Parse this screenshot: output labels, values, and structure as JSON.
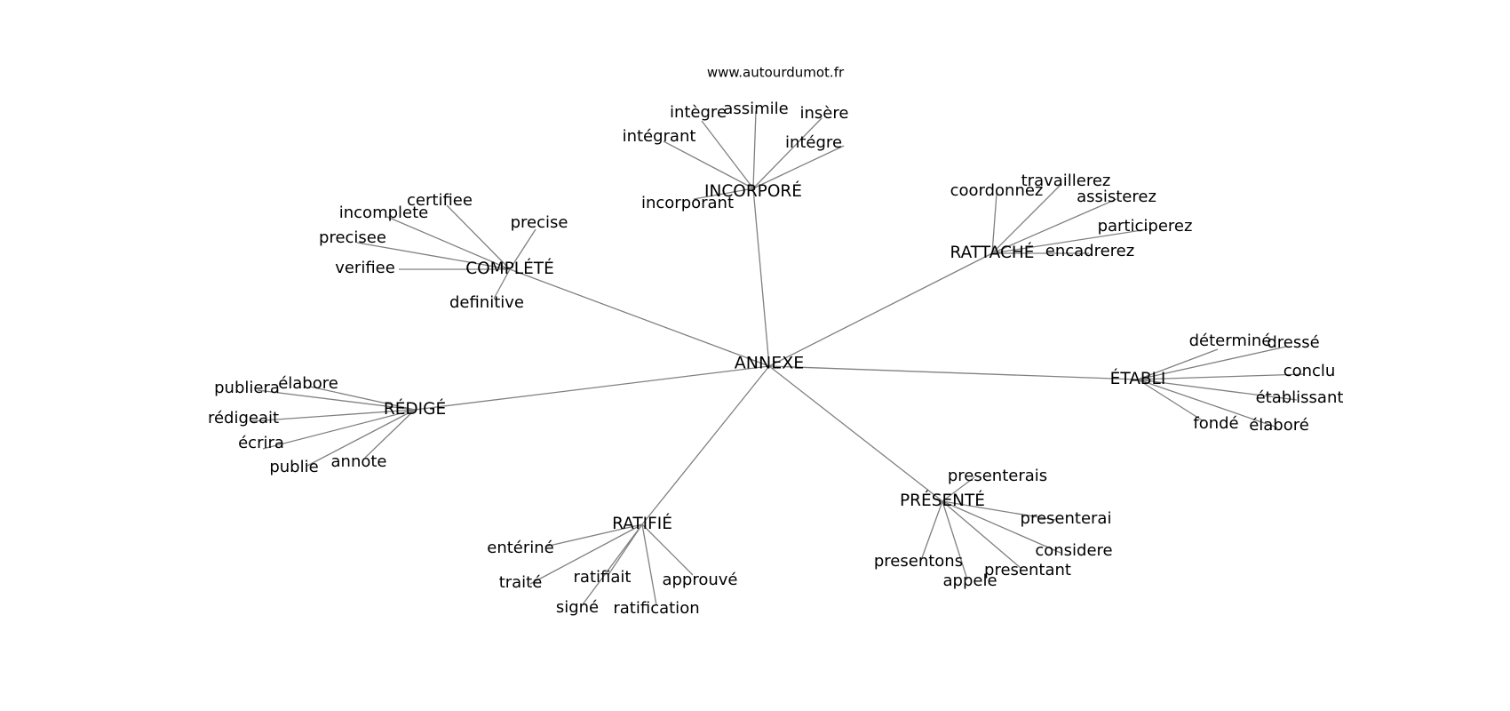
{
  "source": "www.autourdumot.fr",
  "center": "ANNEXE",
  "clusters": [
    {
      "hub": "INCORPORÉ",
      "words": [
        "intègre",
        "assimile",
        "insère",
        "intégrant",
        "intégre",
        "incorporant"
      ]
    },
    {
      "hub": "RATTACHÉ",
      "words": [
        "coordonnez",
        "travaillerez",
        "assisterez",
        "participerez",
        "encadrerez"
      ]
    },
    {
      "hub": "COMPLÉTÉ",
      "words": [
        "certifiee",
        "incomplete",
        "precise",
        "precisee",
        "verifiee",
        "definitive"
      ]
    },
    {
      "hub": "ÉTABLI",
      "words": [
        "déterminé",
        "dressé",
        "conclu",
        "établissant",
        "fondé",
        "élaboré"
      ]
    },
    {
      "hub": "RÉDIGÉ",
      "words": [
        "publiera",
        "élabore",
        "rédigeait",
        "écrira",
        "publie",
        "annote"
      ]
    },
    {
      "hub": "PRÉSENTÉ",
      "words": [
        "presenterais",
        "presenterai",
        "considere",
        "presentons",
        "presentant",
        "appele"
      ]
    },
    {
      "hub": "RATIFIÉ",
      "words": [
        "entériné",
        "traité",
        "ratifiait",
        "approuvé",
        "signé",
        "ratification"
      ]
    }
  ]
}
